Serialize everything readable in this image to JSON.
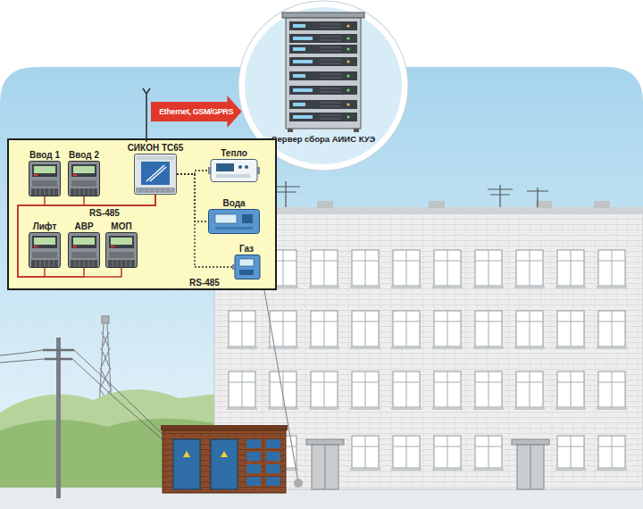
{
  "diagram": {
    "nodes": [
      {
        "text": [
          "Сервер сбора АИИС КУЭ"
        ]
      },
      {
        "text": []
      },
      {
        "text": [
          "Ввод 1"
        ],
        "in": 1
      },
      {
        "text": [
          "Ввод 2"
        ],
        "in": 1
      },
      {
        "text": [
          "СИКОН ТС65"
        ],
        "in": 1
      },
      {
        "text": [
          "Тепло"
        ],
        "in": 1
      },
      {
        "text": [
          "Вода"
        ],
        "in": 1
      },
      {
        "text": [
          "Газ"
        ],
        "in": 1
      },
      {
        "text": [
          "Лифт"
        ],
        "in": 1
      },
      {
        "text": [
          "АВР"
        ],
        "in": 1
      },
      {
        "text": [
          "МОП"
        ],
        "in": 1
      }
    ],
    "edges": [
      {
        "from": 4,
        "to": 0,
        "arrow": "to",
        "label": "Ethernet, GSM/GPRS"
      },
      {
        "from": 2,
        "to": 4,
        "arrow": "none"
      },
      {
        "from": 3,
        "to": 4,
        "arrow": "none"
      },
      {
        "from": 8,
        "to": 4,
        "arrow": "none"
      },
      {
        "from": 9,
        "to": 4,
        "arrow": "none"
      },
      {
        "from": 10,
        "to": 4,
        "arrow": "none"
      },
      {
        "from": 4,
        "to": 5,
        "arrow": "none"
      },
      {
        "from": 4,
        "to": 6,
        "arrow": "none"
      },
      {
        "from": 4,
        "to": 7,
        "arrow": "none"
      }
    ],
    "labels": [
      "RS-485",
      "RS-485"
    ]
  }
}
